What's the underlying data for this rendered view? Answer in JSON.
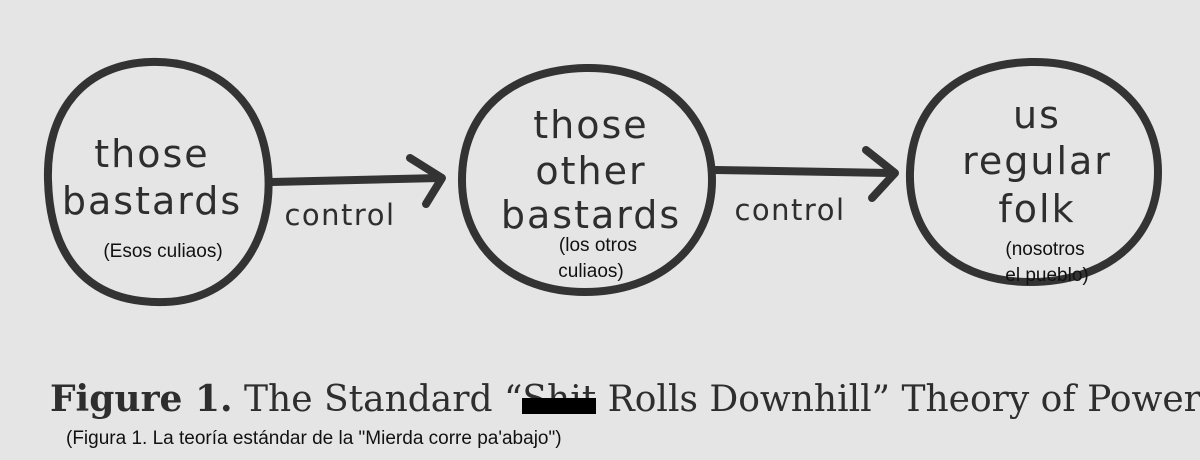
{
  "nodes": [
    {
      "lines": [
        "those",
        "bastards"
      ],
      "subtitle": [
        "(Esos culiaos)"
      ]
    },
    {
      "lines": [
        "those",
        "other",
        "bastards"
      ],
      "subtitle": [
        "(los otros",
        "culiaos)"
      ]
    },
    {
      "lines": [
        "us",
        "regular",
        "folk"
      ],
      "subtitle": [
        "(nosotros",
        "el pueblo)"
      ]
    }
  ],
  "edges": [
    {
      "label": "control"
    },
    {
      "label": "control"
    }
  ],
  "caption": {
    "figure_label": "Figure 1.",
    "text_before": "The Standard “",
    "censored_word": "Shit",
    "text_after": " Rolls Downhill” Theory of Power",
    "translation": "(Figura 1. La teoría estándar de la \"Mierda corre pa'abajo\")"
  },
  "colors": {
    "background": "#e5e5e5",
    "ink": "#2e2e2e",
    "censor_bar": "#000000"
  }
}
